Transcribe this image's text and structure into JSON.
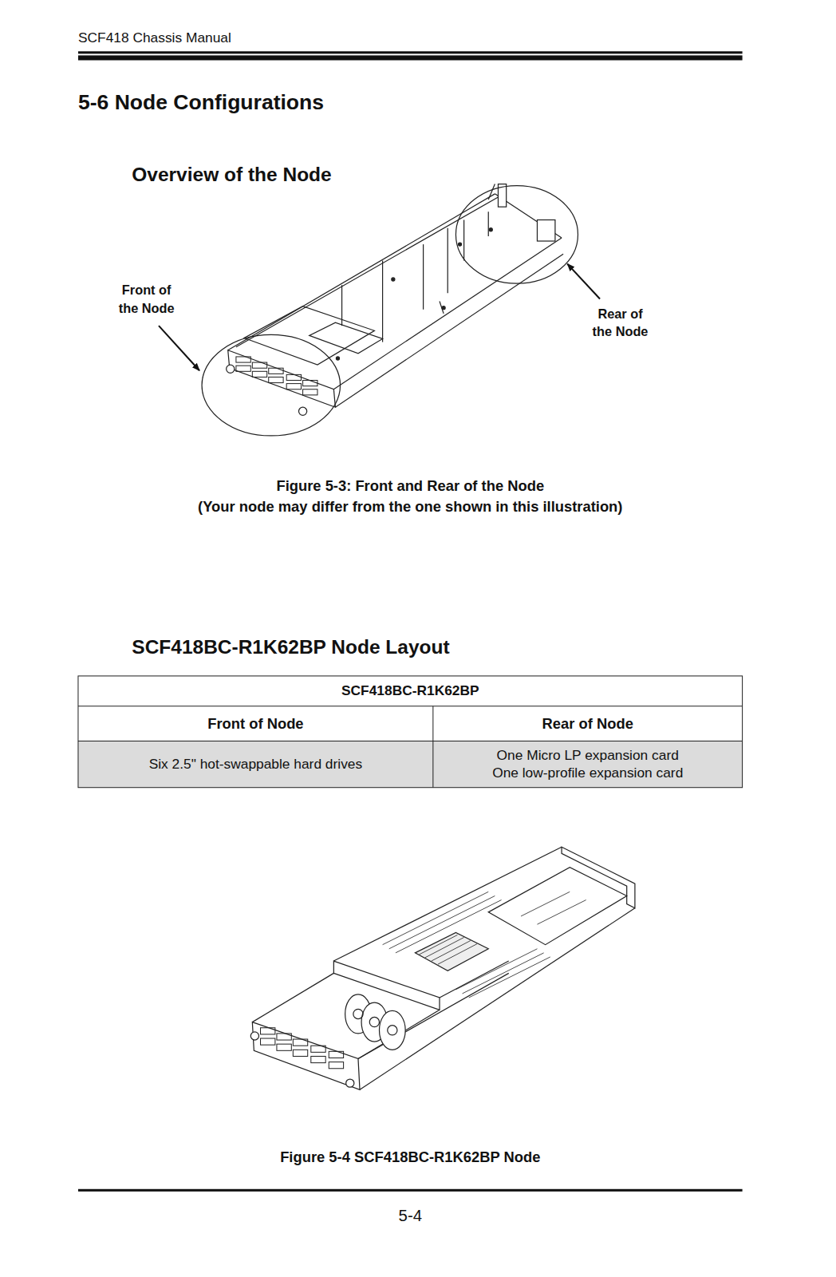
{
  "diagram": {
    "title": "5-6 Node Configurations",
    "labels": [
      "SCF418 Chassis Manual",
      "Overview of the Node",
      "Front of the Node",
      "Rear of the Node",
      "Figure 5-3: Front and Rear of the Node",
      "(Your node may differ from the one shown in this illustration)",
      "SCF418BC-R1K62BP Node Layout",
      "SCF418BC-R1K62BP",
      "Front of Node",
      "Rear of Node",
      "Six 2.5\" hot-swappable hard drives",
      "One Micro LP expansion card",
      "One low-profile expansion card",
      "Figure 5-4 SCF418BC-R1K62BP Node",
      "5-4"
    ]
  }
}
